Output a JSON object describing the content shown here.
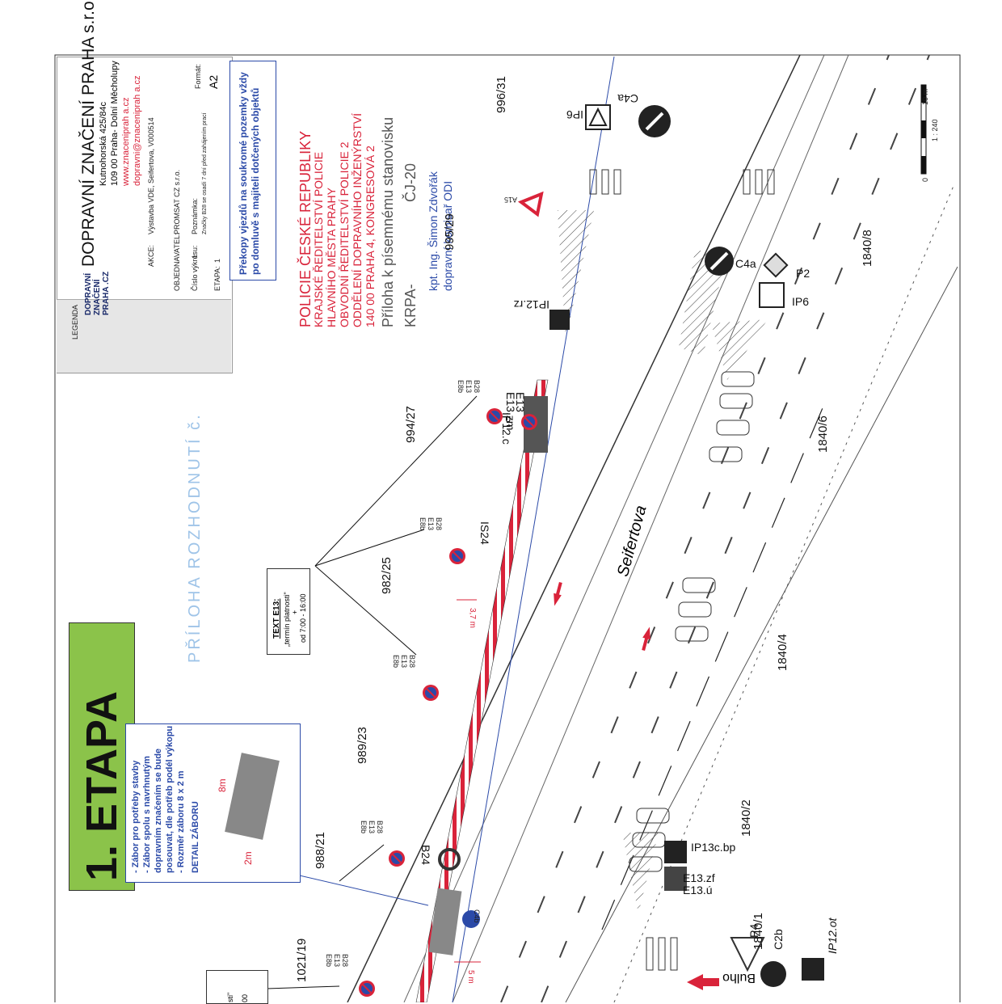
{
  "stage": {
    "title": "1. ETAPA"
  },
  "title_block": {
    "company": "DOPRAVNÍ ZNAČENÍ PRAHA s.r.o.",
    "address_1": "Kutnohorská 425/84c",
    "address_2": "109 00 Praha- Dolní Měcholupy",
    "web": "www.znaceniprah a.cz",
    "email": "dopravni@znaceniprah a.cz",
    "logo_text": "DOPRAVNÍ ZNAČENÍ PRAHA .CZ",
    "action_label": "AKCE:",
    "action_value": "Výstavba VDE, Seifertova, V000514",
    "client_label": "OBJEDNAVATEL:",
    "client_value": "PROMSAT CZ s.r.o.",
    "format_label": "Formát:",
    "format_value": "A2",
    "drawing_no_label": "Číslo výkresu:",
    "drawing_no_value": "1",
    "stage_label": "ETAPA:",
    "stage_value": "1",
    "note_label": "Poznámka:",
    "note_value": "Značky B28 se osadí 7 dní před zahájením prací",
    "legend_title": "LEGENDA"
  },
  "notice": "Překopy vjezdů na soukromé pozemky vždy po domluvě s majiteli dotčených objektů",
  "stamp": {
    "line1": "POLICIE ČESKÉ REPUBLIKY",
    "line2": "KRAJSKÉ ŘEDITELSTVÍ POLICIE",
    "line3": "HLAVNÍHO MĚSTA PRAHY",
    "line4": "OBVODNÍ ŘEDITELSTVÍ POLICIE 2",
    "line5": "ODDĚLENÍ DOPRAVNÍHO INŽENÝRSTVÍ",
    "line6": "140 00 PRAHA 4, KONGRESOVÁ 2",
    "annex_text": "Příloha k písemnému stanovisku",
    "ref_text": "KRPA-",
    "ref_suffix": "ČJ-20",
    "name": "kpt. Ing. Šimon Zdvořák",
    "role": "dopravní komisař ODI"
  },
  "annex_stamp": "PŘÍLOHA ROZHODNUTÍ č.",
  "occupation_panel": {
    "line1": "- Zábor pro potřeby stavby",
    "line2": "- Zábor spolu s navrhnutým",
    "line3": "dopravním značením se bude",
    "line4": "posouvat, dle potřeb podél výkopu",
    "line5": "- Rozměr záboru 8 x 2 m",
    "detail": "DETAIL ZÁBORU",
    "dim_long": "8m",
    "dim_short": "2m"
  },
  "text_panel": {
    "title": "TEXT E13:",
    "line1": "„termín platnosti\"",
    "line2": "+",
    "line3": "od 7:00 - 16:00"
  },
  "partial_panel": {
    "line1": "sti\"",
    "line2": "00"
  },
  "street": "Seifertova",
  "parcels": [
    "996/31",
    "995/29",
    "994/27",
    "982/25",
    "989/23",
    "988/21",
    "1021/19",
    "1840/8",
    "1840/6",
    "1840/4",
    "1840/2",
    "1840/1"
  ],
  "signs": {
    "c4a_top": "C4a",
    "ip6_top": "IP6",
    "a15": "A15",
    "ip12rz": "IP12.rz",
    "c4a_mid": "C4a",
    "p2": "P2",
    "ip6_mid": "IP6",
    "ip12c": "IP12.c",
    "e13zm": "E13.zm",
    "e13": "E13",
    "is24": "IS24",
    "b24": "B24",
    "c4b": "C4b",
    "ip13cbp": "IP13c.bp",
    "e13zf": "E13.zf",
    "e13u": "E13.ú",
    "p4": "P4",
    "c2b": "C2b",
    "ip12ot": "IP12.ot",
    "b28_e13_e8b": "B28 E13 E8b"
  },
  "dims": {
    "d37": "3,7 m",
    "d5": "5 m"
  },
  "scale": {
    "label": "10 m",
    "ratio": "1 : 240",
    "zero": "0"
  },
  "bottom_street": "Bulho"
}
